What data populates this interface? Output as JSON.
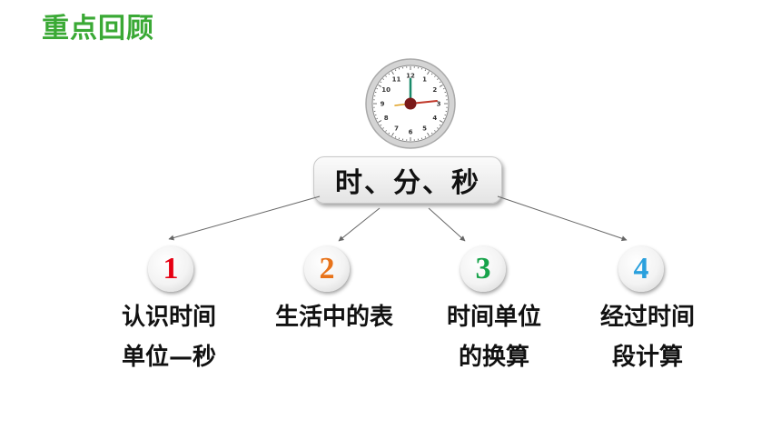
{
  "header": {
    "title": "重点回顾"
  },
  "clock": {
    "numbers": [
      "12",
      "1",
      "2",
      "3",
      "4",
      "5",
      "6",
      "7",
      "8",
      "9",
      "10",
      "11"
    ],
    "colors": {
      "face": "#ffffff",
      "rim": "#c9c9c9",
      "hour_hand": "#1a8a6a",
      "minute_hand": "#c0392b",
      "second_hand": "#e0a020",
      "center": "#7a1a1a"
    }
  },
  "topic": {
    "label": "时、分、秒"
  },
  "branches": [
    {
      "number": "1",
      "color": "#e60012",
      "lines": [
        "认识时间",
        "单位—秒"
      ]
    },
    {
      "number": "2",
      "color": "#e8731a",
      "lines": [
        "生活中的表"
      ]
    },
    {
      "number": "3",
      "color": "#17a34a",
      "lines": [
        "时间单位",
        "的换算"
      ]
    },
    {
      "number": "4",
      "color": "#2aa0dd",
      "lines": [
        "经过时间",
        "段计算"
      ]
    }
  ]
}
